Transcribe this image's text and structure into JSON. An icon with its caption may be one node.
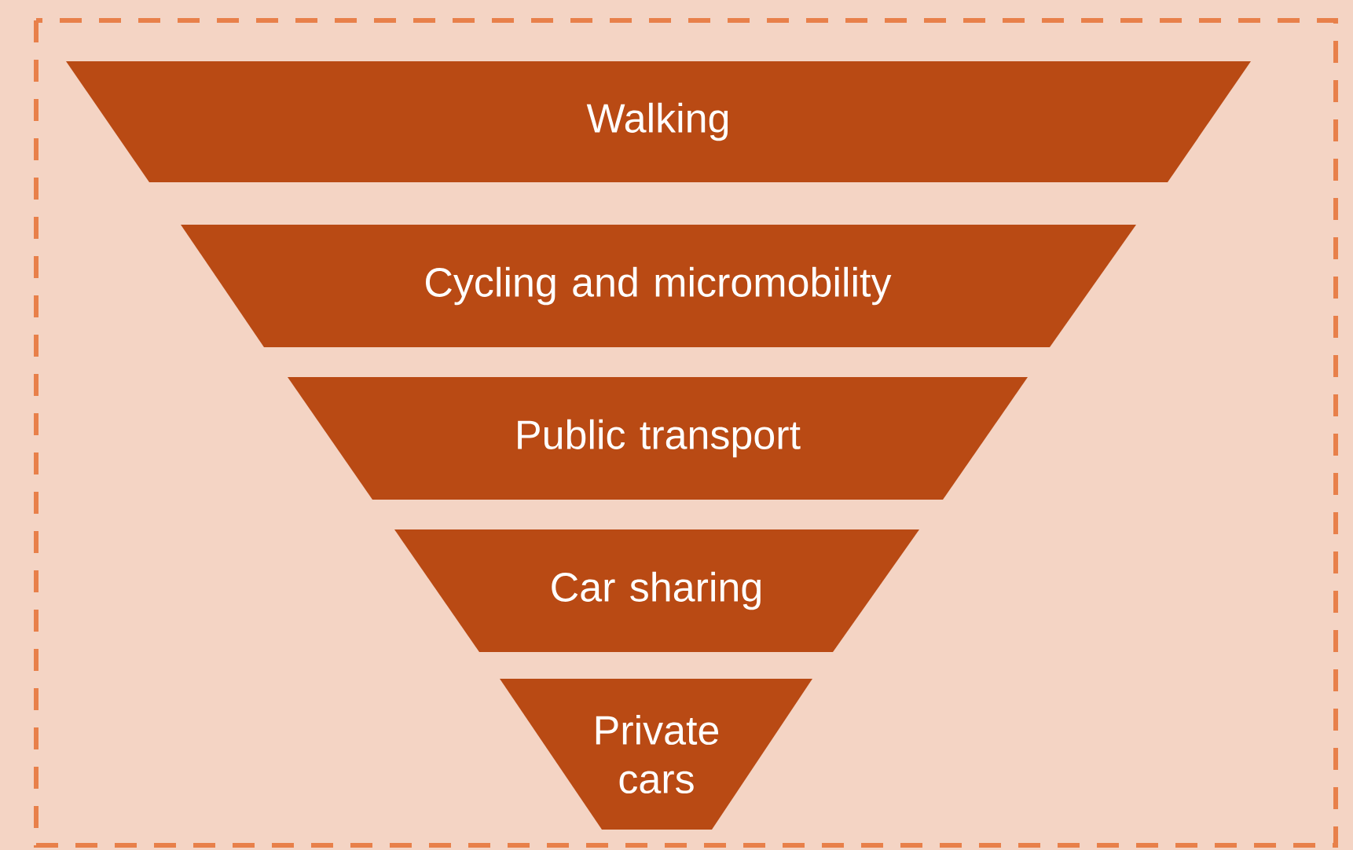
{
  "diagram": {
    "nodes": [
      {
        "text": [
          "Walking"
        ]
      },
      {
        "text": [
          "Cycling and micromobility"
        ]
      },
      {
        "text": [
          "Public transport"
        ]
      },
      {
        "text": [
          "Car sharing"
        ]
      },
      {
        "text": [
          "Private cars"
        ]
      }
    ]
  }
}
